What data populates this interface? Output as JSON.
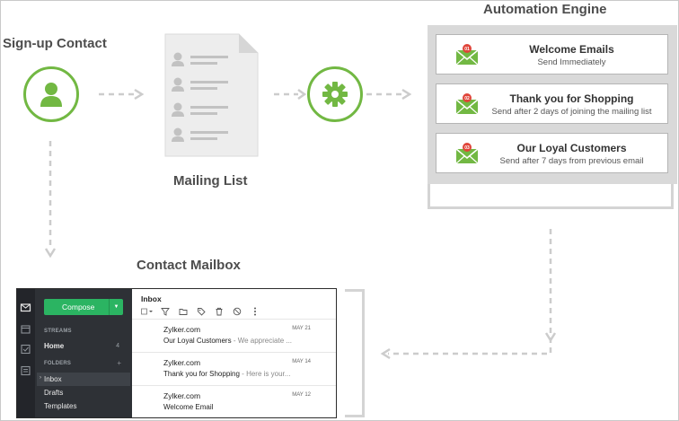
{
  "labels": {
    "signup": "Sign-up Contact",
    "mailing": "Mailing List",
    "automation": "Automation Engine",
    "mailbox": "Contact Mailbox"
  },
  "automation_cards": [
    {
      "badge": "01",
      "title": "Welcome Emails",
      "subtitle": "Send Immediately"
    },
    {
      "badge": "02",
      "title": "Thank you for Shopping",
      "subtitle": "Send after 2 days of joining the mailing list"
    },
    {
      "badge": "03",
      "title": "Our Loyal Customers",
      "subtitle": "Send after 7 days from previous email"
    }
  ],
  "mail_app": {
    "compose_label": "Compose",
    "streams_header": "STREAMS",
    "home_label": "Home",
    "home_count": "4",
    "folders_header": "FOLDERS",
    "folders_add": "+",
    "folders": [
      "Inbox",
      "Drafts",
      "Templates"
    ],
    "inbox_title": "Inbox",
    "messages": [
      {
        "from": "Zylker.com",
        "subject": "Our Loyal Customers",
        "preview": " - We appreciate ...",
        "date": "MAY 21"
      },
      {
        "from": "Zylker.com",
        "subject": "Thank you for Shopping",
        "preview": " - Here is your...",
        "date": "MAY 14"
      },
      {
        "from": "Zylker.com",
        "subject": "Welcome Email",
        "preview": "",
        "date": "MAY 12"
      }
    ]
  },
  "colors": {
    "accent_green": "#72b843",
    "compose_green": "#2bb462",
    "badge_red": "#e0453a",
    "connector_gray": "#cccccc",
    "panel_gray": "#d9d9d9"
  }
}
